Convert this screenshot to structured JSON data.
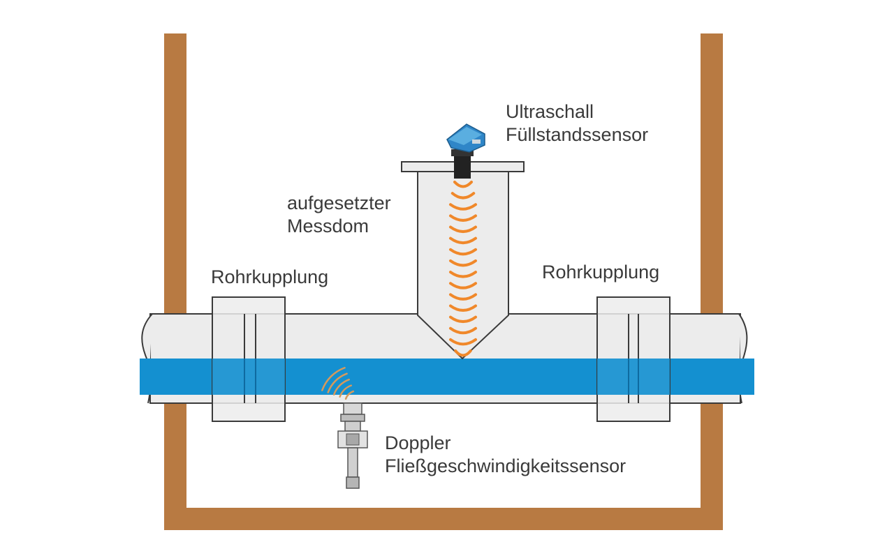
{
  "labels": {
    "ultrasonic_sensor": {
      "line1": "Ultraschall",
      "line2": "Füllstandssensor"
    },
    "measuring_dome": {
      "line1": "aufgesetzter",
      "line2": "Messdom"
    },
    "coupling_left": "Rohrkupplung",
    "coupling_right": "Rohrkupplung",
    "doppler_sensor": {
      "line1": "Doppler",
      "line2": "Fließgeschwindigkeitssensor"
    }
  },
  "colors": {
    "shaft_wall": "#b87a42",
    "water": "#1490d0",
    "pipe_fill": "#ececec",
    "pipe_stroke": "#3a3a3a",
    "wave": "#f0882a",
    "sensor_head": "#2f86c8",
    "sensor_body": "#222222"
  },
  "icons": {
    "ultrasonic_sensor": "ultrasonic-level-sensor-icon",
    "doppler_sensor": "doppler-flow-sensor-icon"
  }
}
